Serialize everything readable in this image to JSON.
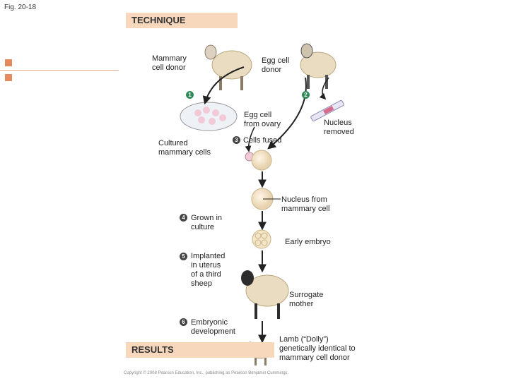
{
  "figure_label": "Fig. 20-18",
  "headers": {
    "technique": "TECHNIQUE",
    "results": "RESULTS"
  },
  "labels": {
    "mammary_donor": "Mammary\ncell donor",
    "egg_donor": "Egg cell\ndonor",
    "egg_from_ovary": "Egg cell\nfrom ovary",
    "nucleus_removed": "Nucleus\nremoved",
    "cultured_cells": "Cultured\nmammary cells",
    "cells_fused": "Cells fused",
    "nucleus_from": "Nucleus from\nmammary cell",
    "grown_in_culture": "Grown in\nculture",
    "early_embryo": "Early embryo",
    "implanted": "Implanted\nin uterus\nof a third\nsheep",
    "surrogate": "Surrogate\nmother",
    "embryonic_dev": "Embryonic\ndevelopment",
    "lamb": "Lamb (“Dolly”)\ngenetically identical to\nmammary cell donor"
  },
  "steps": {
    "s1": "1",
    "s2": "2",
    "s3": "3",
    "s4": "4",
    "s5": "5",
    "s6": "6"
  },
  "copyright": "Copyright © 2008 Pearson Education, Inc., publishing as Pearson Benjamin Cummings.",
  "colors": {
    "header_bg": "#f7d8bd",
    "accent": "#e58a5e",
    "step_green": "#2e8b57",
    "sheep_wool": "#e9dcc0",
    "cell_pink": "#f2c9d6"
  }
}
